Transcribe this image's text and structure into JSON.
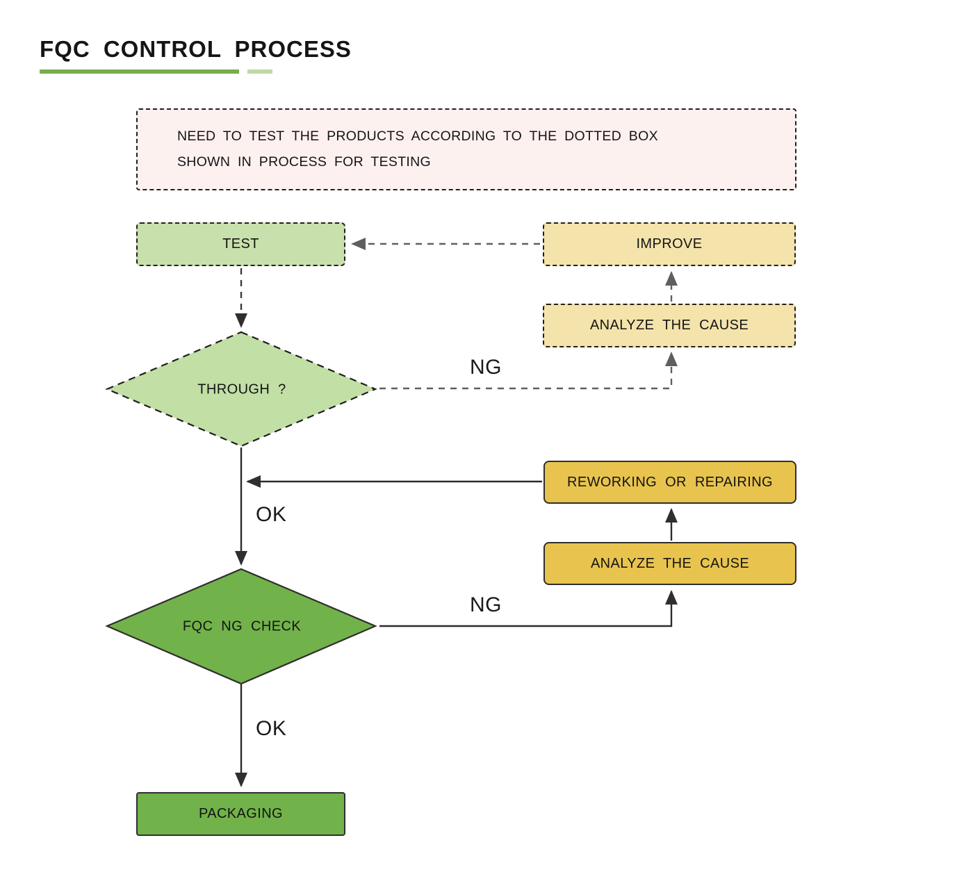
{
  "title": "FQC CONTROL PROCESS",
  "note": {
    "text": "NEED TO TEST THE PRODUCTS ACCORDING TO THE DOTTED BOX SHOWN IN PROCESS FOR TESTING"
  },
  "nodes": {
    "test": {
      "label": "TEST"
    },
    "improve": {
      "label": "IMPROVE"
    },
    "analyze_cause_top": {
      "label": "ANALYZE THE CAUSE"
    },
    "through": {
      "label": "THROUGH ?"
    },
    "reworking": {
      "label": "REWORKING OR REPAIRING"
    },
    "analyze_cause_bottom": {
      "label": "ANALYZE THE CAUSE"
    },
    "fqc_ng_check": {
      "label": "FQC NG CHECK"
    },
    "packaging": {
      "label": "PACKAGING"
    }
  },
  "edge_labels": {
    "through_ng": "NG",
    "through_ok": "OK",
    "fqc_ng_check_ng": "NG",
    "fqc_ng_check_ok": "OK"
  },
  "colors": {
    "underline_green": "#76ad4e",
    "underline_light_green": "#bcdaa5",
    "note_pink": "#fdf1f0",
    "dashed_green_fill": "#c8e0ac",
    "dashed_diamond_fill": "#c2dfa6",
    "dashed_yellow_fill": "#f4e3aa",
    "solid_gold_fill": "#e8c44e",
    "solid_green_fill": "#72b24a",
    "connector_dark": "#2f2f2f",
    "connector_gray": "#5f5f5f"
  }
}
